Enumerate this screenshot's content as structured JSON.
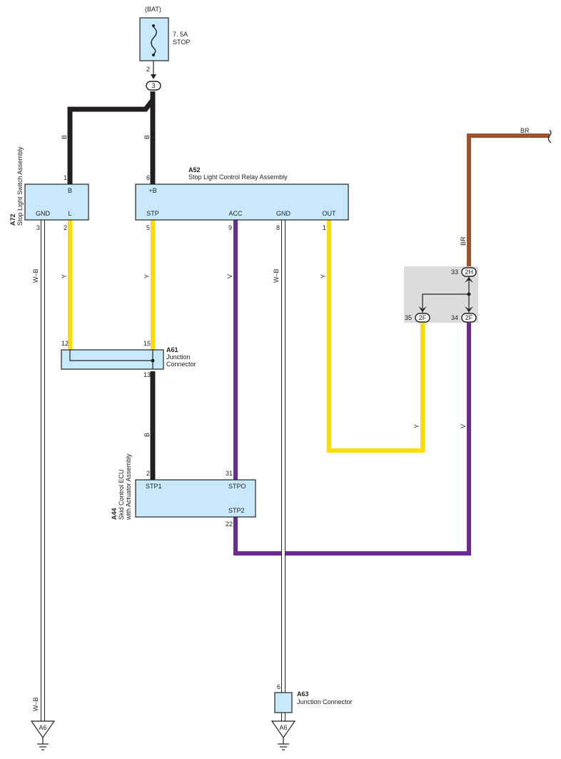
{
  "power": {
    "source": "(BAT)",
    "fuse_rating": "7. 5A",
    "fuse_name": "STOP",
    "fuse_pin": "2",
    "junction": "3"
  },
  "components": {
    "a72": {
      "code": "A72",
      "name": "Stop Light Switch Assembly",
      "terminals": [
        "B",
        "GND",
        "L"
      ],
      "pins": [
        "1",
        "3",
        "2"
      ]
    },
    "a52": {
      "code": "A52",
      "name": "Stop Light Control Relay Assembly",
      "terminals": [
        "+B",
        "STP",
        "ACC",
        "GND",
        "OUT"
      ],
      "pins": [
        "6",
        "5",
        "9",
        "8",
        "1"
      ]
    },
    "a61": {
      "code": "A61",
      "name_line1": "Junction",
      "name_line2": "Connector",
      "pins": [
        "12",
        "15",
        "13"
      ]
    },
    "a44": {
      "code": "A44",
      "name_line1": "Skid Control ECU",
      "name_line2": "with Actuator Assembly",
      "terminals": [
        "STP1",
        "STPO",
        "STP2"
      ],
      "pins": [
        "2",
        "31",
        "22"
      ]
    },
    "a63": {
      "code": "A63",
      "name": "Junction Connector",
      "pin": "6"
    },
    "junction_block": {
      "connectors": [
        "2H",
        "2F",
        "2F"
      ],
      "pins": [
        "33",
        "35",
        "34"
      ]
    },
    "grounds": [
      "A6",
      "A6"
    ]
  },
  "wire_labels": {
    "b1": "B",
    "b2": "B",
    "b3": "B",
    "wb1": "W–B",
    "wb2": "W–B",
    "wb3": "W–B",
    "y1": "Y",
    "y2": "Y",
    "y3": "Y",
    "y4": "Y",
    "v1": "V",
    "v2": "V",
    "br1": "BR",
    "br2": "BR"
  },
  "wire_colors": {
    "B": "#231f20",
    "Y": "#ffdd00",
    "V": "#6a2c91",
    "BR": "#a0522d",
    "W-B": "#ffffff"
  }
}
